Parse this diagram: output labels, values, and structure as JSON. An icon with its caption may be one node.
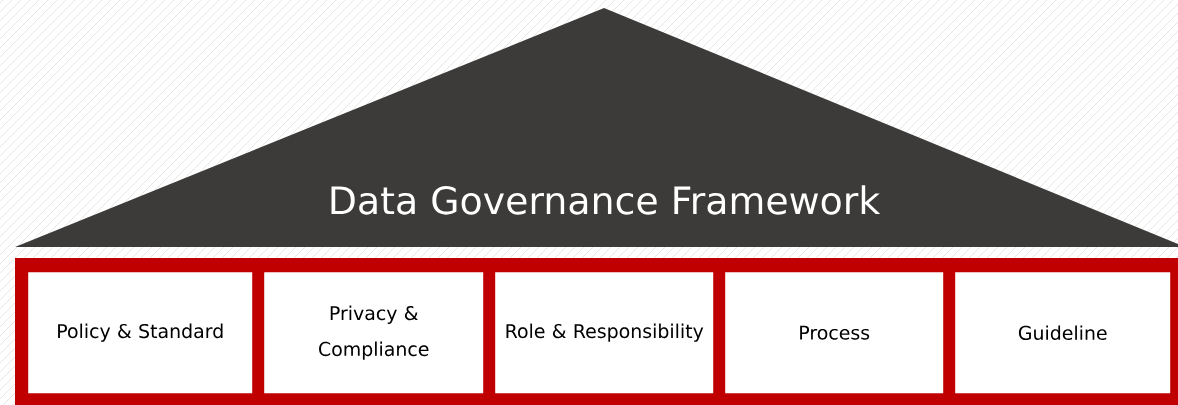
{
  "diagram": {
    "nodes": [
      {
        "text": [
          "Data Governance Framework"
        ]
      },
      {
        "text": [
          "Policy & Standard"
        ]
      },
      {
        "text": [
          "Privacy & Compliance"
        ]
      },
      {
        "text": [
          "Role & Responsibility"
        ]
      },
      {
        "text": [
          "Process"
        ]
      },
      {
        "text": [
          "Guideline"
        ]
      }
    ]
  }
}
